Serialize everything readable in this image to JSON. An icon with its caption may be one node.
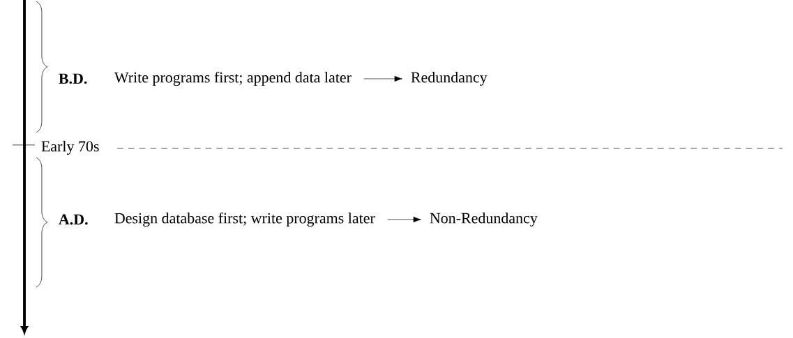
{
  "diagram": {
    "nodes": [
      {
        "text": [
          "Write programs first; append data later"
        ]
      },
      {
        "text": [
          "Redundancy"
        ]
      },
      {
        "text": [
          "Design database first; write programs later"
        ]
      },
      {
        "text": [
          "Non-Redundancy"
        ]
      }
    ],
    "edges": [
      {
        "from": 0,
        "to": 1,
        "arrow": "to"
      },
      {
        "from": 2,
        "to": 3,
        "arrow": "to"
      }
    ],
    "labels": [
      "B.D.",
      "Early 70s",
      "A.D."
    ]
  }
}
